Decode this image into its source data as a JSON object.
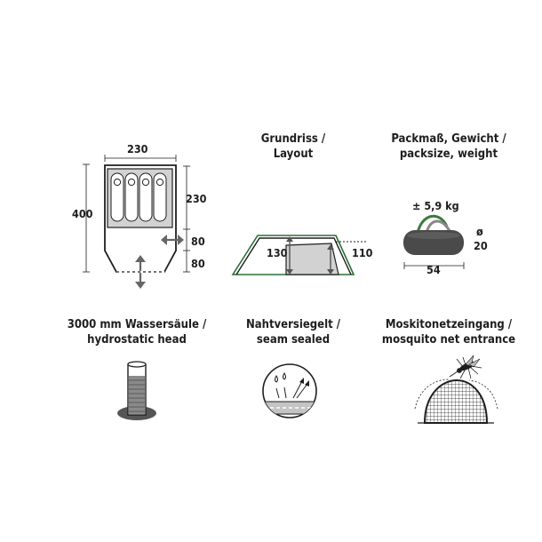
{
  "floorplan": {
    "width_top": "230",
    "length_left": "400",
    "inner_length": "230",
    "vestibule_a": "80",
    "vestibule_b": "80"
  },
  "layout_panel": {
    "title_line1": "Grundriss /",
    "title_line2": "Layout",
    "height_front": "130",
    "height_rear": "110"
  },
  "pack_panel": {
    "title_line1": "Packmaß, Gewicht /",
    "title_line2": "packsize, weight",
    "weight": "± 5,9 kg",
    "diameter_symbol": "ø",
    "diameter": "20",
    "length": "54"
  },
  "water_panel": {
    "title_line1": "3000 mm Wassersäule /",
    "title_line2": "hydrostatic head"
  },
  "seam_panel": {
    "title_line1": "Nahtversiegelt /",
    "title_line2": "seam sealed"
  },
  "mosquito_panel": {
    "title_line1": "Moskitonetzeingang /",
    "title_line2": "mosquito net entrance"
  },
  "colors": {
    "ink": "#1e1e1e",
    "fill_gray": "#d2d2d2",
    "tent_green": "#3a7a3c",
    "bag_gray": "#666666"
  }
}
